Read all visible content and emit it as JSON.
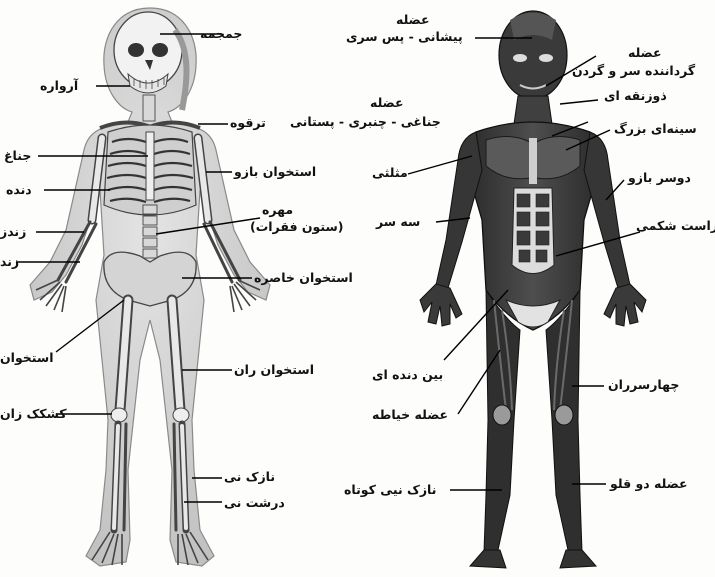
{
  "skeleton_labels": {
    "skull": "جمجمه",
    "jaw": "آرواره",
    "clavicle": "ترقوه",
    "sternum": "جناغ",
    "rib": "دنده",
    "humerus": "استخوان بازو",
    "vertebra_l1": "مهره",
    "vertebra_l2": "(ستون فقرات)",
    "ulna": "زندز",
    "radius": "زند",
    "pelvis": "استخوان خاصره",
    "femur_left": "استخوان",
    "femur": "استخوان ران",
    "patella": "کشکک زان",
    "fibula": "نازک نی",
    "tibia": "درشت نی"
  },
  "muscle_labels": {
    "frontalis_l1": "عضله",
    "frontalis_l2": "پیشانی - پس سری",
    "scm_l1": "عضله",
    "scm_l2": "گرداننده سر و گردن",
    "trapezius": "ذوزنقه ای",
    "pect_minor_l1": "عضله",
    "pect_minor_l2": "جناغی - چنبری - پستانی",
    "pect_major": "سینه‌ای بزرگ",
    "deltoid": "مثلثی",
    "biceps": "دوسر بازو",
    "triceps": "سه سر",
    "rectus": "راست شکمی",
    "intercostal": "بین دنده ای",
    "quadriceps": "چهارسرران",
    "sartorius": "عضله خیاطه",
    "gastrocnemius": "عضله دو قلو",
    "peroneus": "نازک نیی کوتاه"
  }
}
